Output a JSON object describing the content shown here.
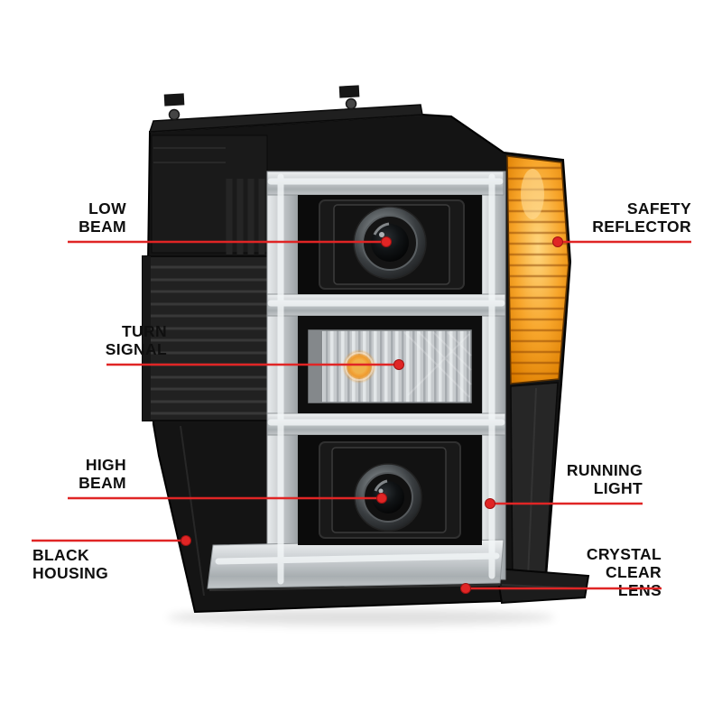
{
  "callouts": {
    "low_beam": {
      "label": "LOW\nBEAM"
    },
    "safety_reflector": {
      "label": "SAFETY\nREFLECTOR"
    },
    "turn_signal": {
      "label": "TURN\nSIGNAL"
    },
    "high_beam": {
      "label": "HIGH\nBEAM"
    },
    "running_light": {
      "label": "RUNNING\nLIGHT"
    },
    "black_housing": {
      "label": "BLACK\nHOUSING"
    },
    "crystal_clear_lens": {
      "label": "CRYSTAL\nCLEAR LENS"
    }
  },
  "colors": {
    "callout_red": "#e02525",
    "amber_reflector": "#f49a1f",
    "light_bar_gray": "#cfd3d6",
    "housing_black": "#141414",
    "background": "#ffffff"
  }
}
